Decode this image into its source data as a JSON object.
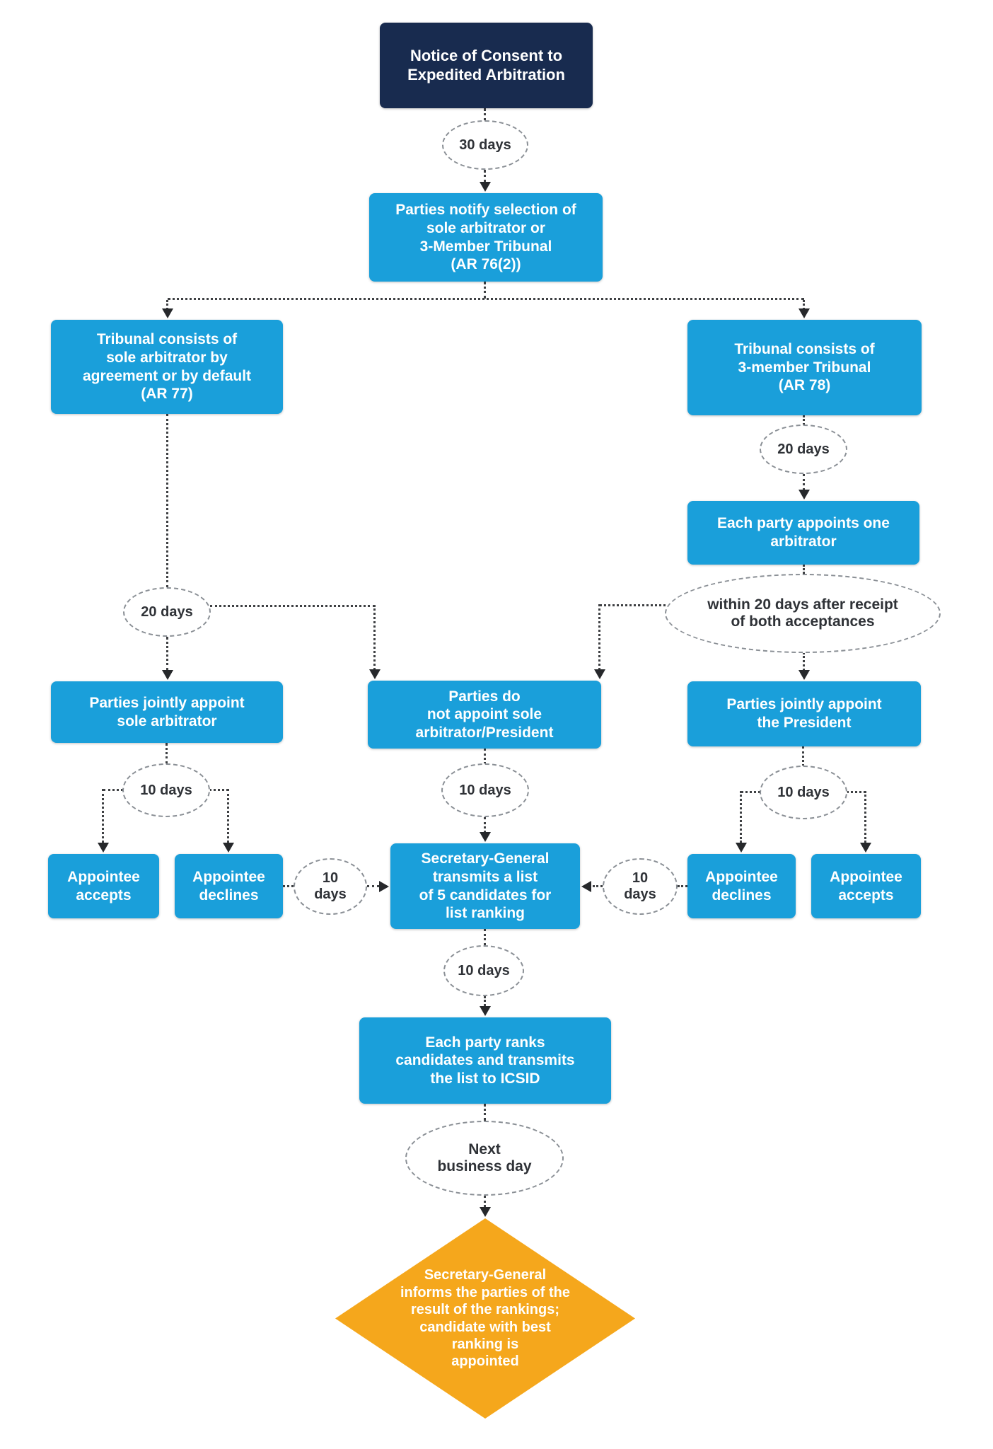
{
  "flowchart": {
    "colors": {
      "process_box_blue": "#1A9FDA",
      "start_box_navy": "#182B4F",
      "decision_diamond_orange": "#F5A71C",
      "box_text": "#FFFFFF",
      "ellipse_text": "#2F3237",
      "connector": "#3E4043"
    },
    "boxes": {
      "notice": "Notice of Consent to\nExpedited Arbitration",
      "notify": "Parties notify selection of\nsole arbitrator or\n3-Member Tribunal\n(AR 76(2))",
      "sole_tribunal": "Tribunal consists of\nsole arbitrator by\nagreement or by default\n(AR 77)",
      "three_member": "Tribunal consists of\n3-member Tribunal\n(AR 78)",
      "each_party_appoints": "Each party appoints one\narbitrator",
      "jointly_sole": "Parties jointly appoint\nsole arbitrator",
      "do_not_appoint": "Parties do\nnot appoint sole\narbitrator/President",
      "jointly_president": "Parties jointly appoint\nthe President",
      "appointee_accepts_left": "Appointee\naccepts",
      "appointee_declines_left": "Appointee\ndeclines",
      "sg_transmits": "Secretary-General\ntransmits a list\nof 5 candidates for\nlist ranking",
      "appointee_declines_right": "Appointee\ndeclines",
      "appointee_accepts_right": "Appointee\naccepts",
      "each_party_ranks": "Each party ranks\ncandidates and transmits\nthe list to ICSID",
      "sg_informs": "Secretary-General\ninforms the parties of the\nresult of the rankings;\ncandidate with best\nranking is\nappointed"
    },
    "timers": {
      "t30": "30 days",
      "t20_right": "20 days",
      "within20": "within 20 days after receipt\nof both acceptances",
      "t20_left": "20 days",
      "t10_left": "10 days",
      "t10_mid": "10 days",
      "t10_right": "10 days",
      "t10_left_side": "10\ndays",
      "t10_right_side": "10\ndays",
      "t10_below": "10 days",
      "next_business": "Next\nbusiness day"
    }
  }
}
